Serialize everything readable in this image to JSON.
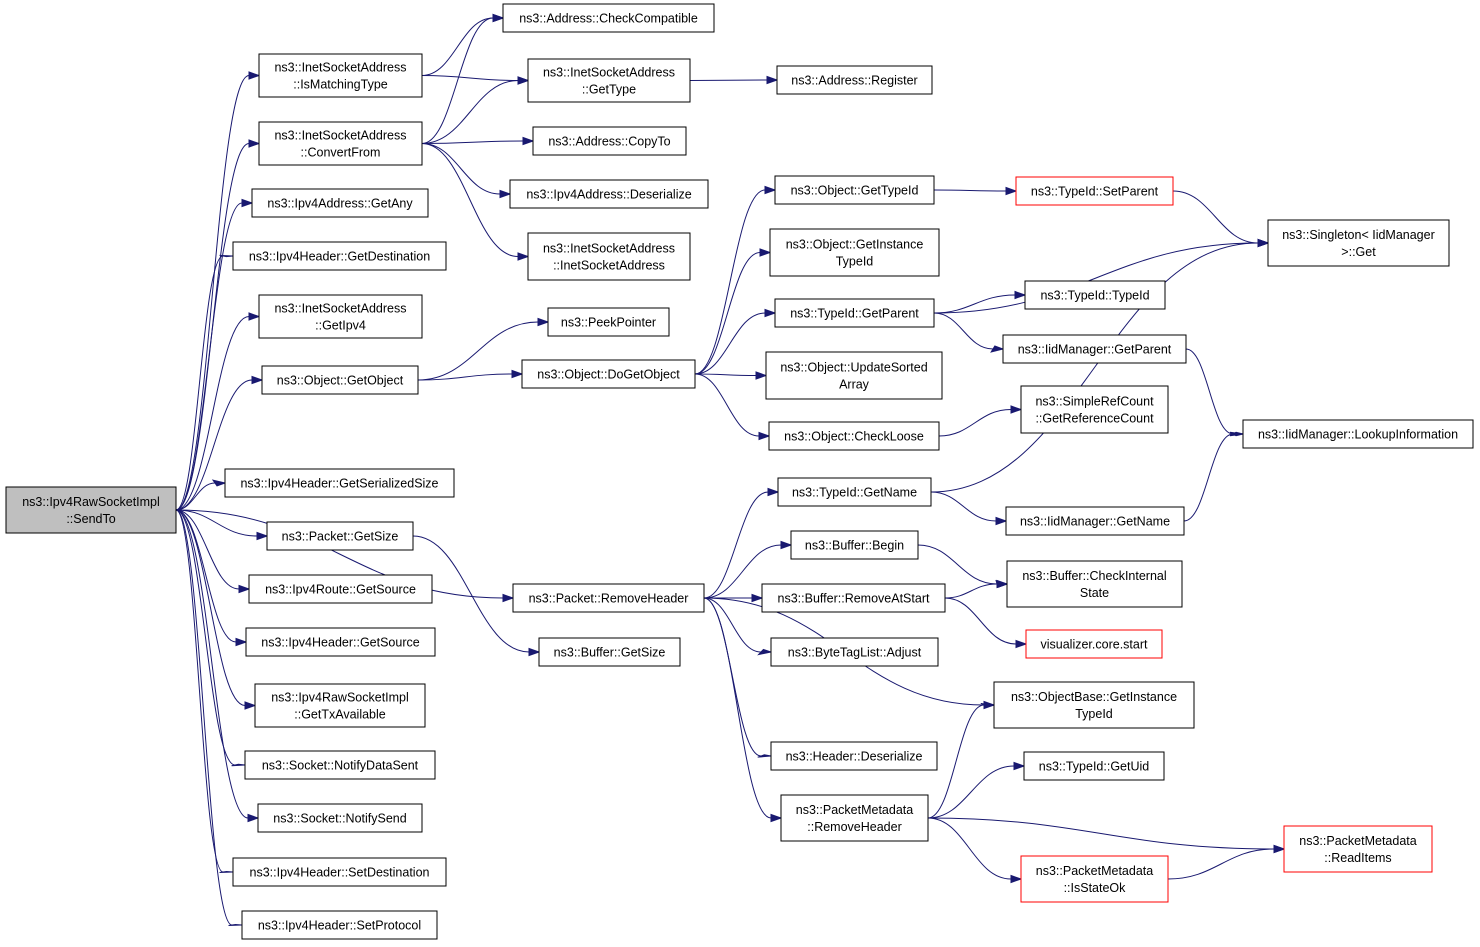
{
  "colors": {
    "edge": "#191970",
    "node_border": "#000000",
    "node_border_truncated": "#ff0000",
    "root_fill": "#bfbfbf",
    "node_fill": "#ffffff"
  },
  "nodes": [
    {
      "id": "root",
      "lines": [
        "ns3::Ipv4RawSocketImpl",
        "::SendTo"
      ],
      "style": "root"
    },
    {
      "id": "n_ismatching",
      "lines": [
        "ns3::InetSocketAddress",
        "::IsMatchingType"
      ]
    },
    {
      "id": "n_convertfrom",
      "lines": [
        "ns3::InetSocketAddress",
        "::ConvertFrom"
      ]
    },
    {
      "id": "n_ipv4any",
      "lines": [
        "ns3::Ipv4Address::GetAny"
      ]
    },
    {
      "id": "n_getdest",
      "lines": [
        "ns3::Ipv4Header::GetDestination"
      ]
    },
    {
      "id": "n_getipv4",
      "lines": [
        "ns3::InetSocketAddress",
        "::GetIpv4"
      ]
    },
    {
      "id": "n_getobject",
      "lines": [
        "ns3::Object::GetObject"
      ]
    },
    {
      "id": "n_getserialized",
      "lines": [
        "ns3::Ipv4Header::GetSerializedSize"
      ]
    },
    {
      "id": "n_packetgetsize",
      "lines": [
        "ns3::Packet::GetSize"
      ]
    },
    {
      "id": "n_routegetsource",
      "lines": [
        "ns3::Ipv4Route::GetSource"
      ]
    },
    {
      "id": "n_headergetsource",
      "lines": [
        "ns3::Ipv4Header::GetSource"
      ]
    },
    {
      "id": "n_gettxavailable",
      "lines": [
        "ns3::Ipv4RawSocketImpl",
        "::GetTxAvailable"
      ]
    },
    {
      "id": "n_notifydatasent",
      "lines": [
        "ns3::Socket::NotifyDataSent"
      ]
    },
    {
      "id": "n_notifysend",
      "lines": [
        "ns3::Socket::NotifySend"
      ]
    },
    {
      "id": "n_setdest",
      "lines": [
        "ns3::Ipv4Header::SetDestination"
      ]
    },
    {
      "id": "n_setprotocol",
      "lines": [
        "ns3::Ipv4Header::SetProtocol"
      ]
    },
    {
      "id": "n_checkcompat",
      "lines": [
        "ns3::Address::CheckCompatible"
      ]
    },
    {
      "id": "n_inetgettype",
      "lines": [
        "ns3::InetSocketAddress",
        "::GetType"
      ]
    },
    {
      "id": "n_addrregister",
      "lines": [
        "ns3::Address::Register"
      ]
    },
    {
      "id": "n_copyto",
      "lines": [
        "ns3::Address::CopyTo"
      ]
    },
    {
      "id": "n_ipv4deser",
      "lines": [
        "ns3::Ipv4Address::Deserialize"
      ]
    },
    {
      "id": "n_inetctor",
      "lines": [
        "ns3::InetSocketAddress",
        "::InetSocketAddress"
      ]
    },
    {
      "id": "n_peekpointer",
      "lines": [
        "ns3::PeekPointer"
      ]
    },
    {
      "id": "n_dogetobject",
      "lines": [
        "ns3::Object::DoGetObject"
      ]
    },
    {
      "id": "n_removeheader",
      "lines": [
        "ns3::Packet::RemoveHeader"
      ]
    },
    {
      "id": "n_buffergetsize",
      "lines": [
        "ns3::Buffer::GetSize"
      ]
    },
    {
      "id": "n_objgettypeid",
      "lines": [
        "ns3::Object::GetTypeId"
      ]
    },
    {
      "id": "n_getinstancetypeid",
      "lines": [
        "ns3::Object::GetInstance",
        "TypeId"
      ]
    },
    {
      "id": "n_typeidgetparent",
      "lines": [
        "ns3::TypeId::GetParent"
      ]
    },
    {
      "id": "n_updatesorted",
      "lines": [
        "ns3::Object::UpdateSorted",
        "Array"
      ]
    },
    {
      "id": "n_checkloose",
      "lines": [
        "ns3::Object::CheckLoose"
      ]
    },
    {
      "id": "n_setparent",
      "lines": [
        "ns3::TypeId::SetParent"
      ],
      "style": "red"
    },
    {
      "id": "n_typeidtypeid",
      "lines": [
        "ns3::TypeId::TypeId"
      ]
    },
    {
      "id": "n_iidgetparent",
      "lines": [
        "ns3::IidManager::GetParent"
      ]
    },
    {
      "id": "n_getrefcount",
      "lines": [
        "ns3::SimpleRefCount",
        "::GetReferenceCount"
      ]
    },
    {
      "id": "n_singleton",
      "lines": [
        "ns3::Singleton< IidManager",
        " >::Get"
      ]
    },
    {
      "id": "n_lookupinfo",
      "lines": [
        "ns3::IidManager::LookupInformation"
      ]
    },
    {
      "id": "n_typeidgetname",
      "lines": [
        "ns3::TypeId::GetName"
      ]
    },
    {
      "id": "n_iidgetname",
      "lines": [
        "ns3::IidManager::GetName"
      ]
    },
    {
      "id": "n_bufferbegin",
      "lines": [
        "ns3::Buffer::Begin"
      ]
    },
    {
      "id": "n_removeatstart",
      "lines": [
        "ns3::Buffer::RemoveAtStart"
      ]
    },
    {
      "id": "n_checkinternal",
      "lines": [
        "ns3::Buffer::CheckInternal",
        "State"
      ]
    },
    {
      "id": "n_vizstart",
      "lines": [
        "visualizer.core.start"
      ],
      "style": "red"
    },
    {
      "id": "n_bytetagadjust",
      "lines": [
        "ns3::ByteTagList::Adjust"
      ]
    },
    {
      "id": "n_objbasegetinst",
      "lines": [
        "ns3::ObjectBase::GetInstance",
        "TypeId"
      ]
    },
    {
      "id": "n_headerdeser",
      "lines": [
        "ns3::Header::Deserialize"
      ]
    },
    {
      "id": "n_pmremoveheader",
      "lines": [
        "ns3::PacketMetadata",
        "::RemoveHeader"
      ]
    },
    {
      "id": "n_typeidgetuid",
      "lines": [
        "ns3::TypeId::GetUid"
      ]
    },
    {
      "id": "n_pmreaditems",
      "lines": [
        "ns3::PacketMetadata",
        "::ReadItems"
      ],
      "style": "red"
    },
    {
      "id": "n_pmisstateok",
      "lines": [
        "ns3::PacketMetadata",
        "::IsStateOk"
      ],
      "style": "red"
    }
  ],
  "edges": [
    [
      "root",
      "n_ismatching"
    ],
    [
      "root",
      "n_convertfrom"
    ],
    [
      "root",
      "n_ipv4any"
    ],
    [
      "root",
      "n_getdest"
    ],
    [
      "root",
      "n_getipv4"
    ],
    [
      "root",
      "n_getobject"
    ],
    [
      "root",
      "n_getserialized"
    ],
    [
      "root",
      "n_packetgetsize"
    ],
    [
      "root",
      "n_routegetsource"
    ],
    [
      "root",
      "n_headergetsource"
    ],
    [
      "root",
      "n_gettxavailable"
    ],
    [
      "root",
      "n_notifydatasent"
    ],
    [
      "root",
      "n_notifysend"
    ],
    [
      "root",
      "n_setdest"
    ],
    [
      "root",
      "n_setprotocol"
    ],
    [
      "root",
      "n_removeheader"
    ],
    [
      "n_ismatching",
      "n_checkcompat"
    ],
    [
      "n_ismatching",
      "n_inetgettype"
    ],
    [
      "n_convertfrom",
      "n_checkcompat"
    ],
    [
      "n_convertfrom",
      "n_inetgettype"
    ],
    [
      "n_convertfrom",
      "n_copyto"
    ],
    [
      "n_convertfrom",
      "n_ipv4deser"
    ],
    [
      "n_convertfrom",
      "n_inetctor"
    ],
    [
      "n_inetgettype",
      "n_addrregister"
    ],
    [
      "n_getobject",
      "n_peekpointer"
    ],
    [
      "n_getobject",
      "n_dogetobject"
    ],
    [
      "n_packetgetsize",
      "n_buffergetsize"
    ],
    [
      "n_dogetobject",
      "n_objgettypeid"
    ],
    [
      "n_dogetobject",
      "n_getinstancetypeid"
    ],
    [
      "n_dogetobject",
      "n_typeidgetparent"
    ],
    [
      "n_dogetobject",
      "n_updatesorted"
    ],
    [
      "n_dogetobject",
      "n_checkloose"
    ],
    [
      "n_objgettypeid",
      "n_setparent"
    ],
    [
      "n_setparent",
      "n_singleton"
    ],
    [
      "n_typeidgetparent",
      "n_singleton"
    ],
    [
      "n_typeidgetparent",
      "n_typeidtypeid"
    ],
    [
      "n_typeidgetparent",
      "n_iidgetparent"
    ],
    [
      "n_iidgetparent",
      "n_lookupinfo"
    ],
    [
      "n_checkloose",
      "n_getrefcount"
    ],
    [
      "n_removeheader",
      "n_typeidgetname"
    ],
    [
      "n_removeheader",
      "n_bufferbegin"
    ],
    [
      "n_removeheader",
      "n_removeatstart"
    ],
    [
      "n_removeheader",
      "n_bytetagadjust"
    ],
    [
      "n_removeheader",
      "n_objbasegetinst"
    ],
    [
      "n_removeheader",
      "n_headerdeser"
    ],
    [
      "n_removeheader",
      "n_pmremoveheader"
    ],
    [
      "n_typeidgetname",
      "n_singleton"
    ],
    [
      "n_typeidgetname",
      "n_iidgetname"
    ],
    [
      "n_iidgetname",
      "n_lookupinfo"
    ],
    [
      "n_bufferbegin",
      "n_checkinternal"
    ],
    [
      "n_removeatstart",
      "n_checkinternal"
    ],
    [
      "n_removeatstart",
      "n_vizstart"
    ],
    [
      "n_pmremoveheader",
      "n_objbasegetinst"
    ],
    [
      "n_pmremoveheader",
      "n_typeidgetuid"
    ],
    [
      "n_pmremoveheader",
      "n_pmreaditems"
    ],
    [
      "n_pmremoveheader",
      "n_pmisstateok"
    ],
    [
      "n_pmisstateok",
      "n_pmreaditems"
    ]
  ]
}
